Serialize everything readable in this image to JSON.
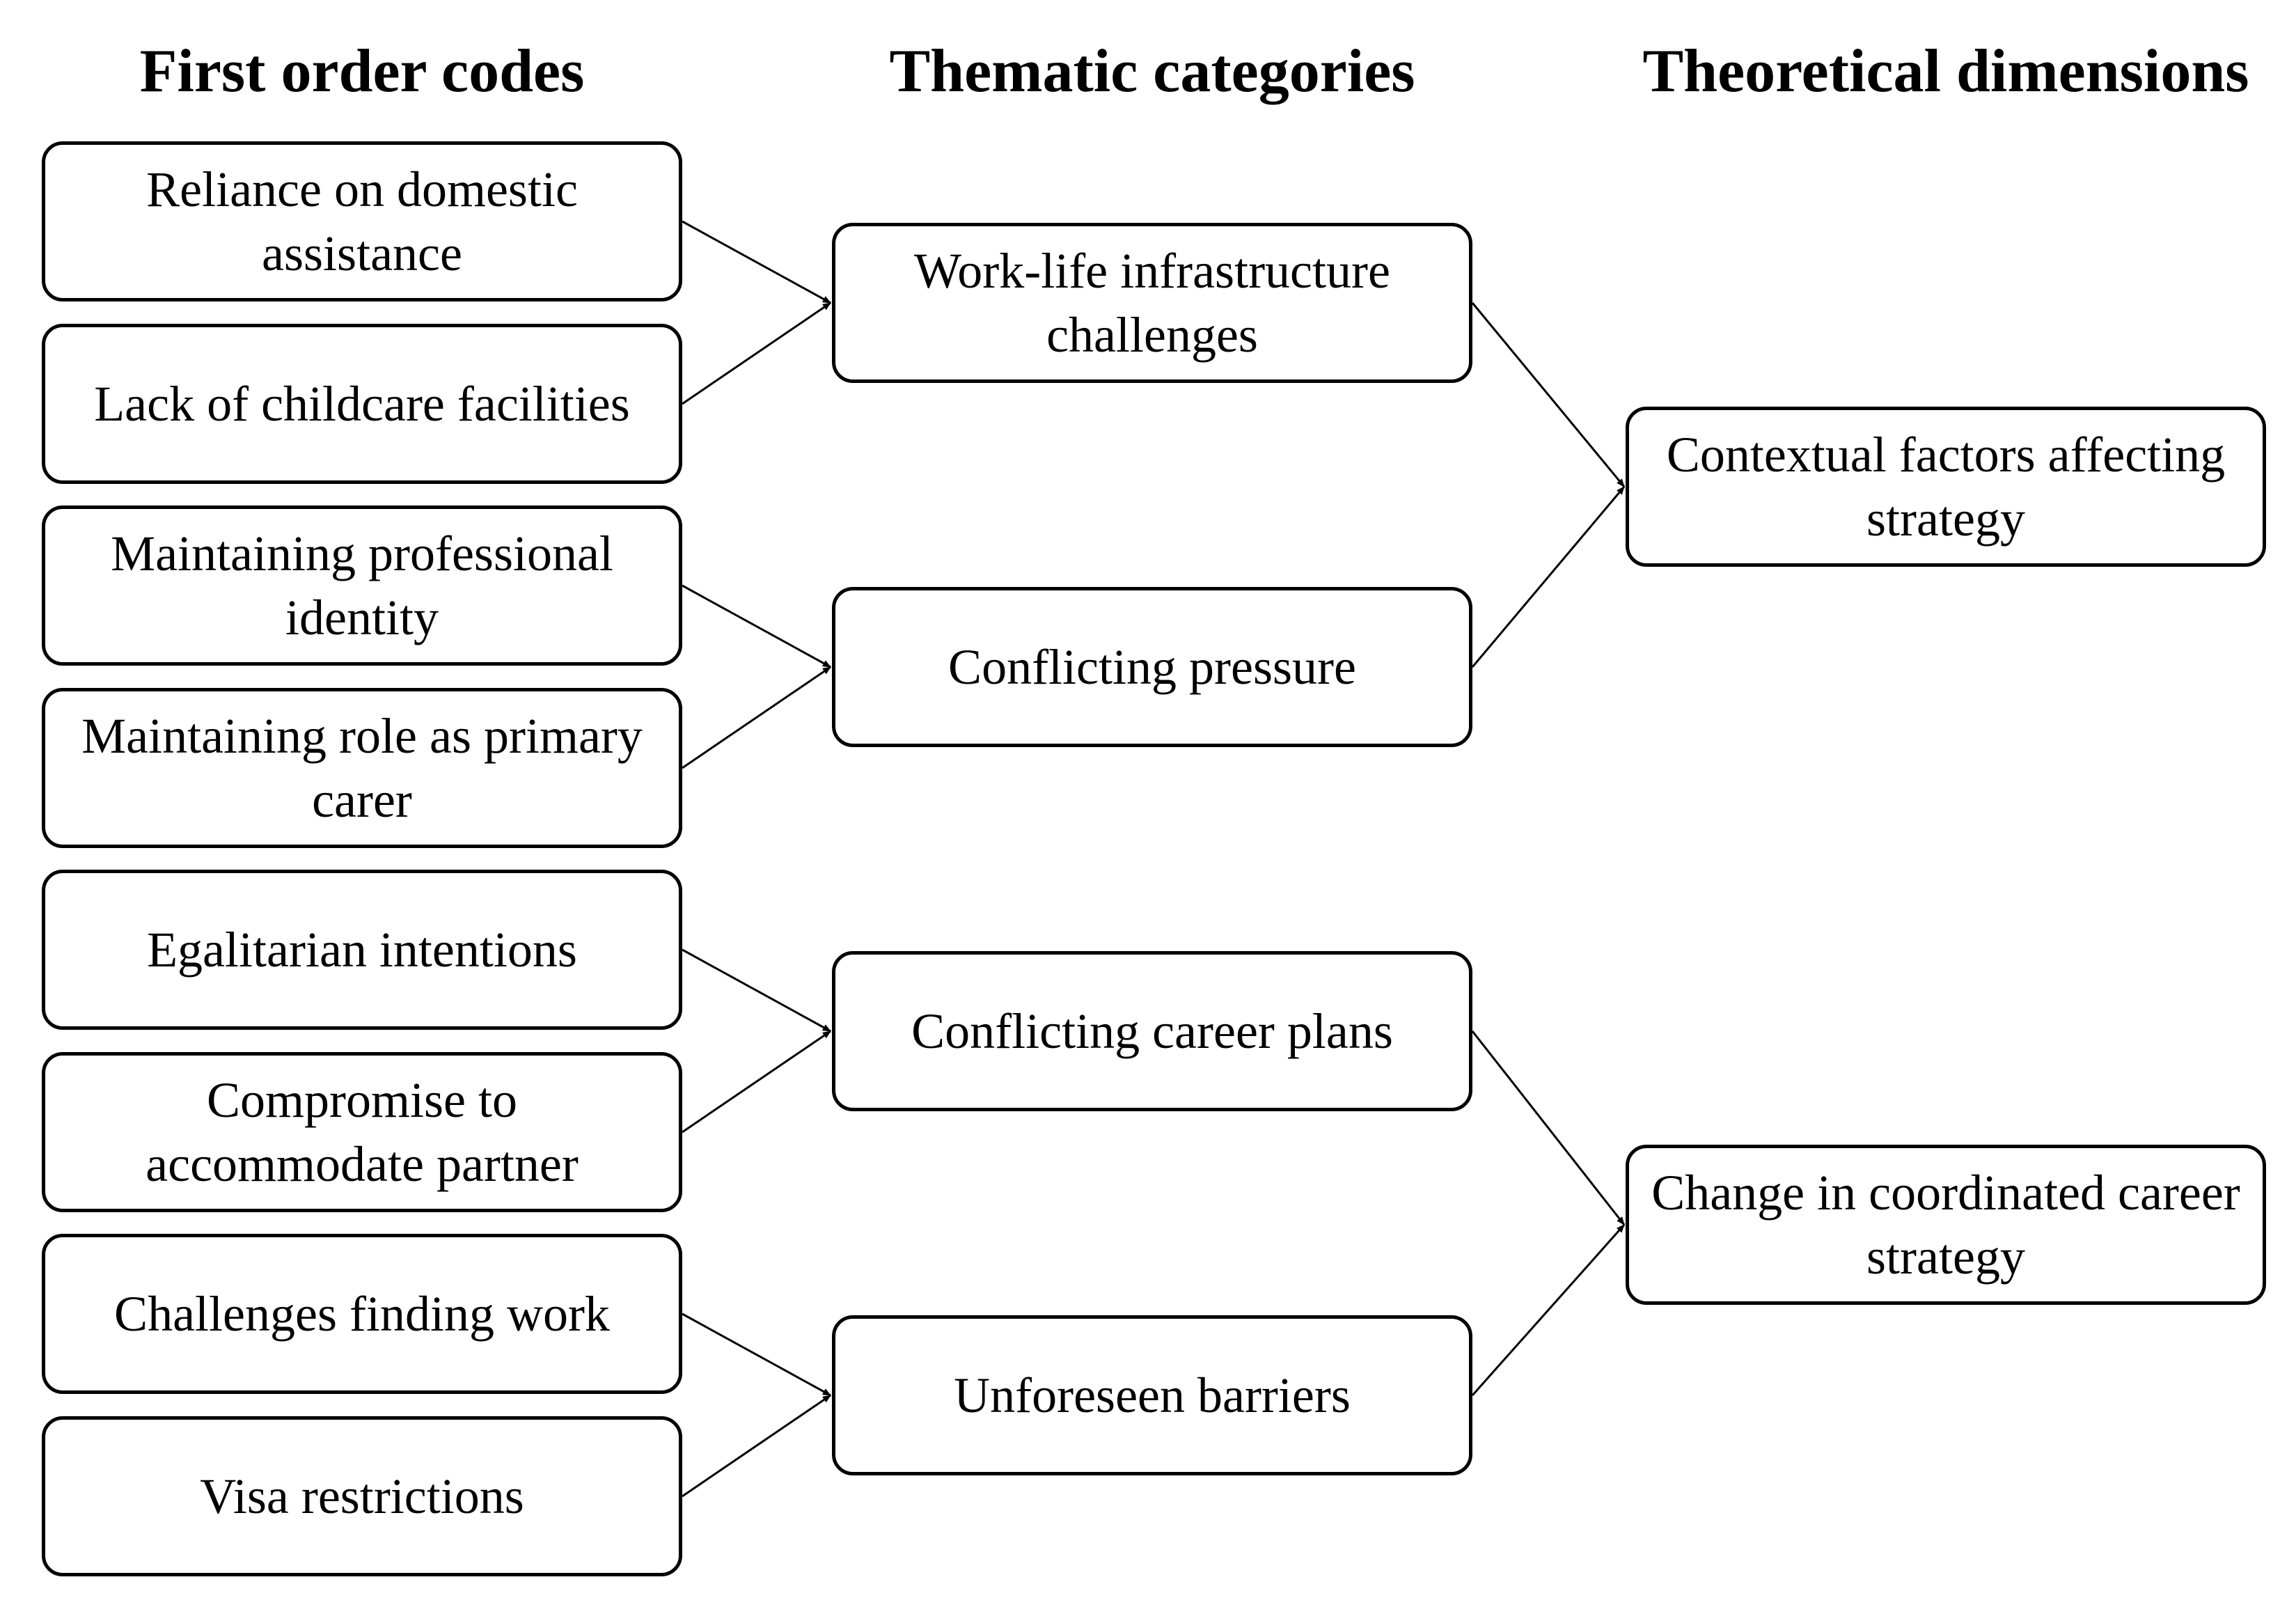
{
  "headings": {
    "first_order": "First order codes",
    "thematic": "Thematic categories",
    "theoretical": "Theoretical dimensions"
  },
  "first_order_codes": [
    "Reliance on domestic assistance",
    "Lack of childcare facilities",
    "Maintaining professional identity",
    "Maintaining role as primary carer",
    "Egalitarian intentions",
    "Compromise to accommodate partner",
    "Challenges finding work",
    "Visa restrictions"
  ],
  "thematic_categories": [
    "Work-life infrastructure challenges",
    "Conflicting pressure",
    "Conflicting career plans",
    "Unforeseen barriers"
  ],
  "theoretical_dimensions": [
    "Contextual factors affecting strategy",
    "Change in coordinated career strategy"
  ],
  "links": [
    {
      "from": "first_order_codes.0",
      "to": "thematic_categories.0"
    },
    {
      "from": "first_order_codes.1",
      "to": "thematic_categories.0"
    },
    {
      "from": "first_order_codes.2",
      "to": "thematic_categories.1"
    },
    {
      "from": "first_order_codes.3",
      "to": "thematic_categories.1"
    },
    {
      "from": "first_order_codes.4",
      "to": "thematic_categories.2"
    },
    {
      "from": "first_order_codes.5",
      "to": "thematic_categories.2"
    },
    {
      "from": "first_order_codes.6",
      "to": "thematic_categories.3"
    },
    {
      "from": "first_order_codes.7",
      "to": "thematic_categories.3"
    },
    {
      "from": "thematic_categories.0",
      "to": "theoretical_dimensions.0"
    },
    {
      "from": "thematic_categories.1",
      "to": "theoretical_dimensions.0"
    },
    {
      "from": "thematic_categories.2",
      "to": "theoretical_dimensions.1"
    },
    {
      "from": "thematic_categories.3",
      "to": "theoretical_dimensions.1"
    }
  ]
}
